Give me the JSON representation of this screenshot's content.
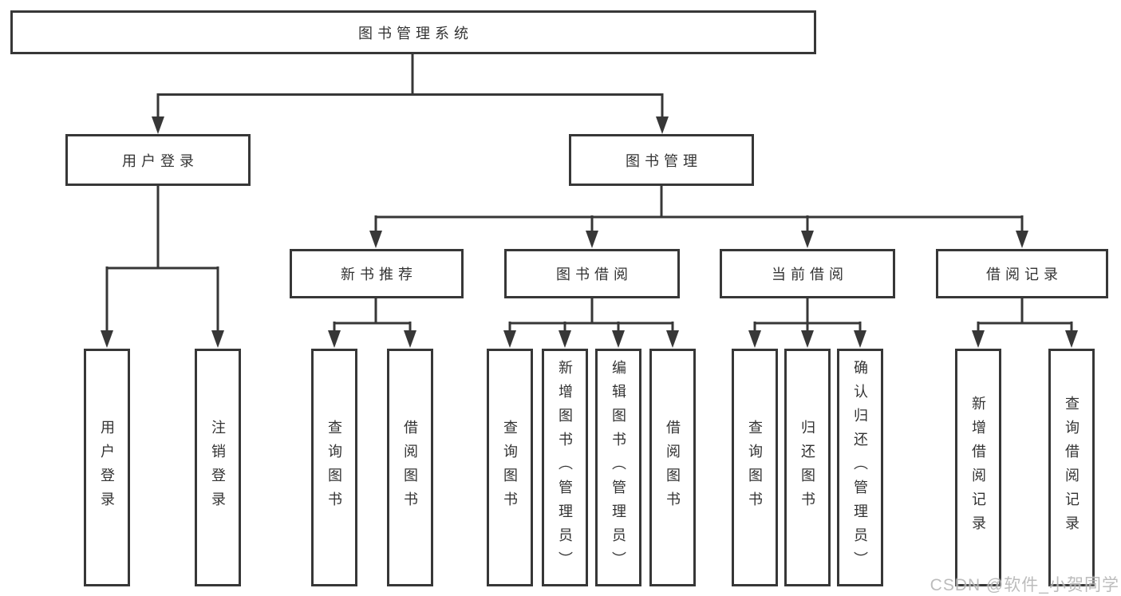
{
  "tree": {
    "root": {
      "label": "图书管理系统"
    },
    "level2": [
      {
        "label": "用户登录",
        "children": [
          {
            "label": "用户登录"
          },
          {
            "label": "注销登录"
          }
        ]
      },
      {
        "label": "图书管理",
        "children": [
          {
            "label": "新书推荐",
            "children": [
              {
                "label": "查询图书"
              },
              {
                "label": "借阅图书"
              }
            ]
          },
          {
            "label": "图书借阅",
            "children": [
              {
                "label": "查询图书"
              },
              {
                "label": "新增图书（管理员）"
              },
              {
                "label": "编辑图书（管理员）"
              },
              {
                "label": "借阅图书"
              }
            ]
          },
          {
            "label": "当前借阅",
            "children": [
              {
                "label": "查询图书"
              },
              {
                "label": "归还图书"
              },
              {
                "label": "确认归还（管理员）"
              }
            ]
          },
          {
            "label": "借阅记录",
            "children": [
              {
                "label": "新增借阅记录"
              },
              {
                "label": "查询借阅记录"
              }
            ]
          }
        ]
      }
    ]
  },
  "watermark": "CSDN @软件_小贺同学",
  "colors": {
    "line": "#373737",
    "text": "#333333",
    "box_fill": "#ffffff",
    "background": "#ffffff",
    "watermark": "#b5b5b5"
  }
}
